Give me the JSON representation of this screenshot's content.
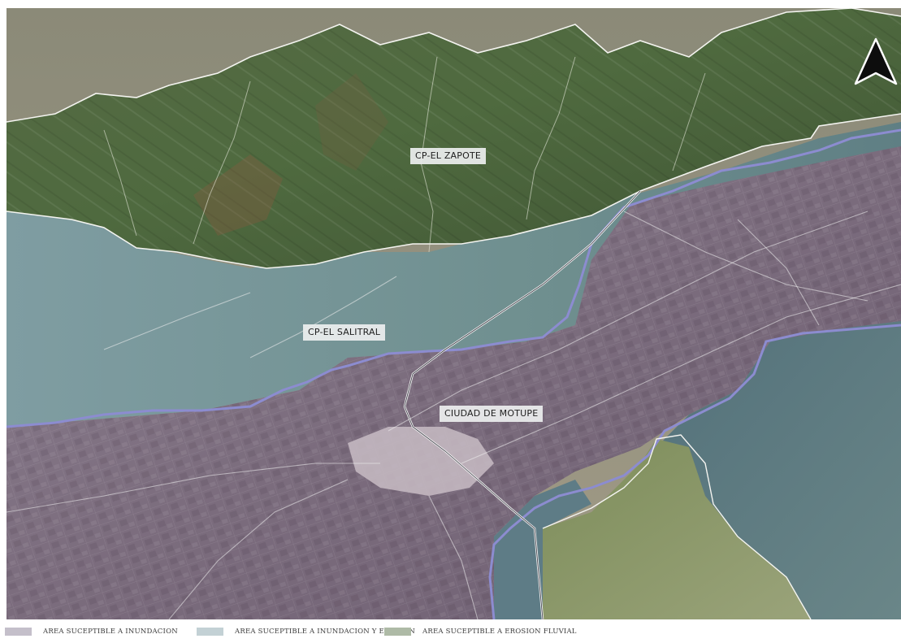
{
  "map": {
    "labels": {
      "zapote": "CP-EL ZAPOTE",
      "salitral": "CP-EL SALITRAL",
      "motupe": "CIUDAD DE MOTUPE"
    },
    "north_arrow_icon": "north-arrow-icon",
    "colors": {
      "flood_zone": "#8a7b8c",
      "flood_erosion_zone": "#7f9ea4",
      "river_erosion_zone": "#5f7a4e",
      "river": "#8c8cd0",
      "roads": "#ffffff"
    }
  },
  "legend": {
    "items": [
      {
        "label": "ÁREA SUCEPTIBLE A INUNDACIÓN",
        "color": "#c4bfca"
      },
      {
        "label": "ÁREA SUCEPTIBLE A INUNDACIÓN Y EROSIÓN",
        "color": "#c3d1d5"
      },
      {
        "label": "ÁREA SUCEPTIBLE  A EROSIÓN FLUVIAL",
        "color": "#aebaa6"
      }
    ]
  }
}
